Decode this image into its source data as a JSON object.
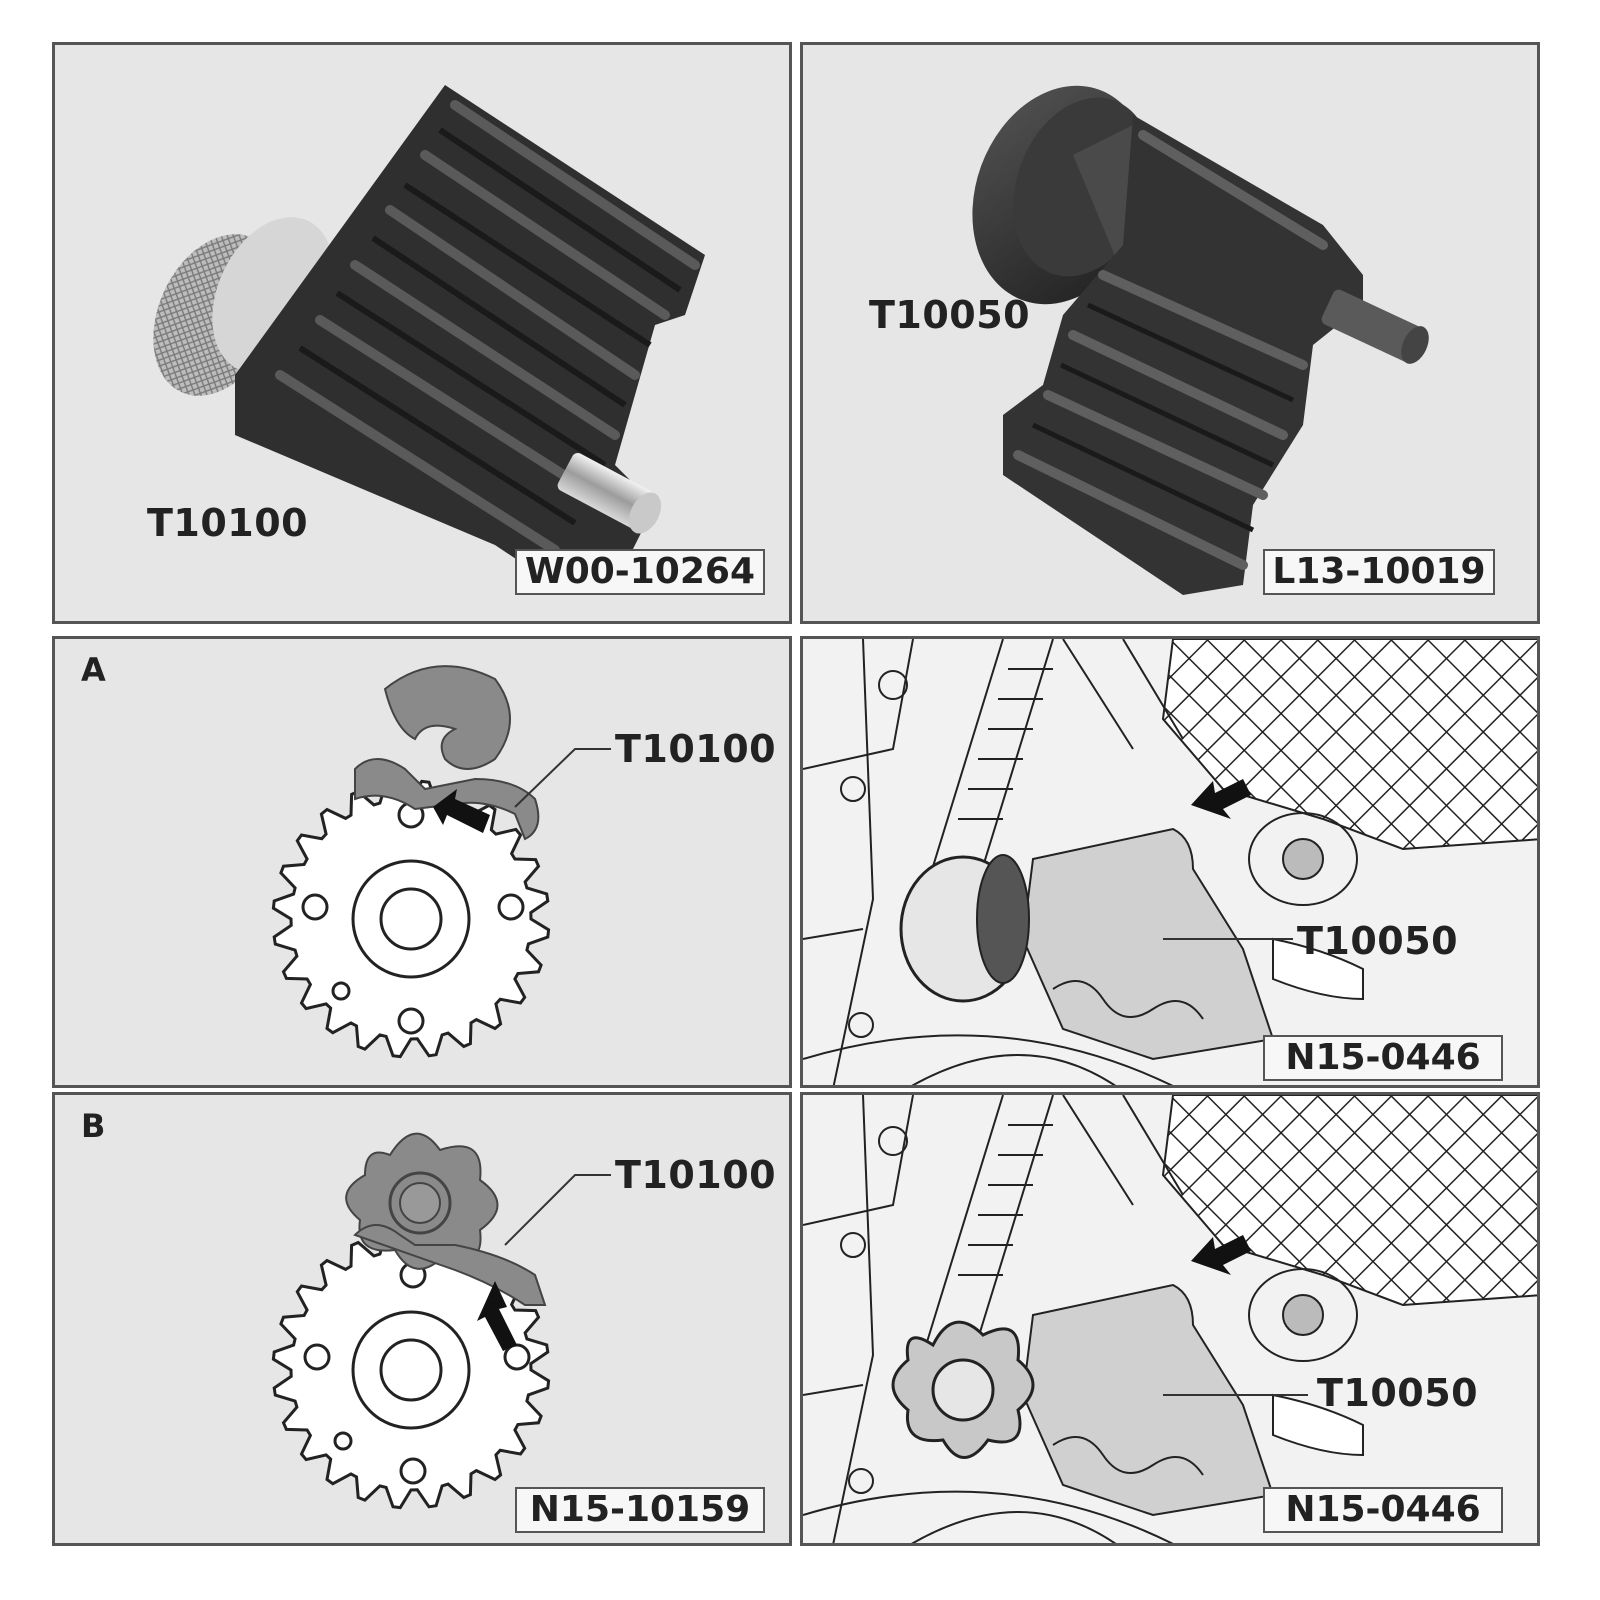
{
  "panels": {
    "top_left": {
      "tool": "T10100",
      "code": "W00-10264"
    },
    "top_right": {
      "tool": "T10050",
      "code": "L13-10019"
    },
    "mid_left": {
      "letter": "A",
      "tool": "T10100"
    },
    "mid_right": {
      "tool": "T10050",
      "code": "N15-0446"
    },
    "bot_left": {
      "letter": "B",
      "tool": "T10100",
      "code": "N15-10159"
    },
    "bot_right": {
      "tool": "T10050",
      "code": "N15-0446"
    }
  },
  "colors": {
    "panel_bg": "#e6e6e6",
    "tool_dark": "#2f2f2f",
    "part_gray": "#8a8a8a",
    "line": "#333333"
  }
}
